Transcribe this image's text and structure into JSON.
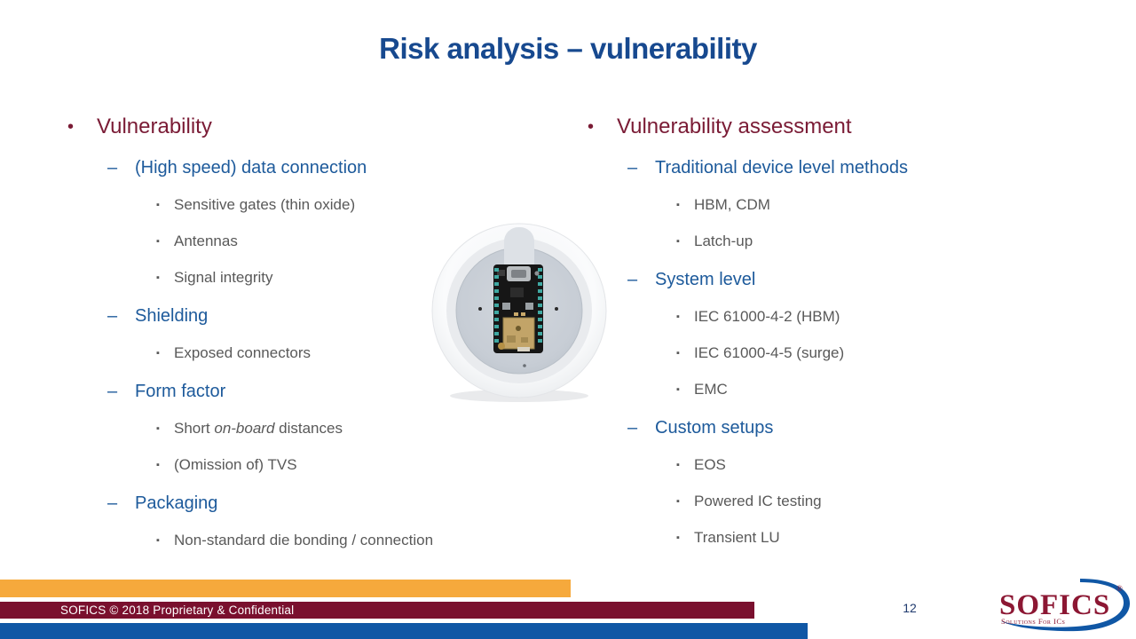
{
  "slide": {
    "title": "Risk analysis – vulnerability",
    "page_number": "12",
    "footer_text": "SOFICS © 2018 Proprietary & Confidential"
  },
  "colors": {
    "title_blue": "#17498f",
    "level2_blue": "#1d5a9b",
    "maroon": "#7a1b35",
    "gray_text": "#595959",
    "orange_bar": "#f6a93c",
    "maroon_bar": "#7a102e",
    "blue_bar": "#1057a5",
    "logo_blue": "#1057a5",
    "logo_maroon": "#8c1733"
  },
  "bullets": {
    "level1": "•",
    "level2": "–",
    "level3": "▪"
  },
  "columns": [
    {
      "items": [
        {
          "level": 1,
          "text": "Vulnerability"
        },
        {
          "level": 2,
          "text": "(High speed) data connection"
        },
        {
          "level": 3,
          "text": "Sensitive gates (thin oxide)"
        },
        {
          "level": 3,
          "text": "Antennas"
        },
        {
          "level": 3,
          "text": "Signal integrity"
        },
        {
          "level": 2,
          "text": "Shielding"
        },
        {
          "level": 3,
          "text": "Exposed connectors"
        },
        {
          "level": 2,
          "text": "Form factor"
        },
        {
          "level": 3,
          "runs": [
            {
              "text": "Short "
            },
            {
              "text": "on-board",
              "italic": true
            },
            {
              "text": " distances"
            }
          ]
        },
        {
          "level": 3,
          "text": "(Omission of) TVS"
        },
        {
          "level": 2,
          "text": "Packaging"
        },
        {
          "level": 3,
          "text": "Non-standard die bonding / connection"
        }
      ]
    },
    {
      "items": [
        {
          "level": 1,
          "text": "Vulnerability assessment"
        },
        {
          "level": 2,
          "text": "Traditional device level methods"
        },
        {
          "level": 3,
          "text": "HBM, CDM"
        },
        {
          "level": 3,
          "text": "Latch-up"
        },
        {
          "level": 2,
          "text": "System level"
        },
        {
          "level": 3,
          "text": "IEC 61000-4-2 (HBM)"
        },
        {
          "level": 3,
          "text": "IEC 61000-4-5 (surge)"
        },
        {
          "level": 3,
          "text": "EMC"
        },
        {
          "level": 2,
          "text": "Custom setups"
        },
        {
          "level": 3,
          "text": "EOS"
        },
        {
          "level": 3,
          "text": "Powered IC testing"
        },
        {
          "level": 3,
          "text": "Transient LU"
        }
      ]
    }
  ],
  "logo": {
    "name": "SOFICS",
    "registered": "®",
    "tagline": "Solutions For ICs"
  }
}
